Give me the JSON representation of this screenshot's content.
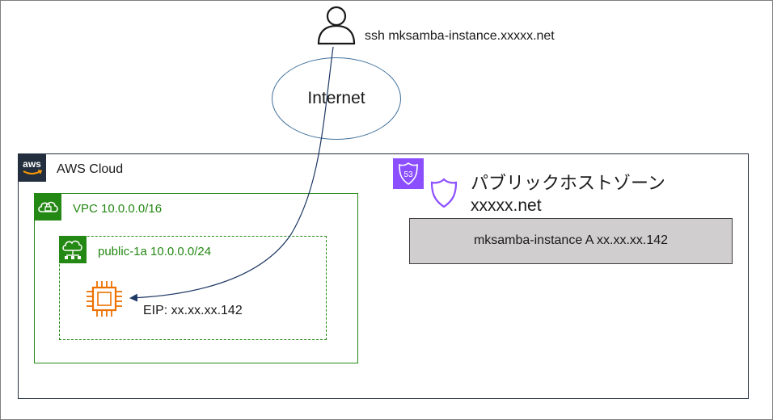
{
  "user": {
    "command": "ssh mksamba-instance.xxxxx.net"
  },
  "internet": {
    "label": "Internet"
  },
  "aws_cloud": {
    "label": "AWS Cloud",
    "logo_text": "aws"
  },
  "vpc": {
    "label": "VPC 10.0.0.0/16"
  },
  "subnet": {
    "label": "public-1a 10.0.0.0/24"
  },
  "instance": {
    "eip_label": "EIP: xx.xx.xx.142"
  },
  "route53": {
    "badge": "53",
    "zone_title": "パブリックホストゾーン",
    "zone_domain": "xxxxx.net",
    "record": "mksamba-instance A xx.xx.xx.142"
  },
  "colors": {
    "aws_dark": "#232f3e",
    "vpc_green": "#248814",
    "ec2_orange": "#ed7100",
    "route53_purple": "#8c4fff",
    "internet_blue": "#41719c",
    "record_fill": "#d0cece"
  }
}
